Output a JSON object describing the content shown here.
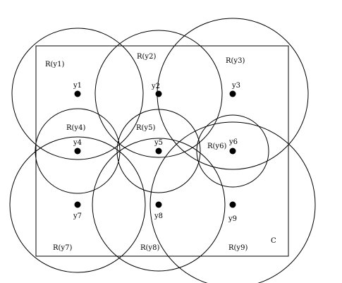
{
  "region_label": "C",
  "points": [
    "y1",
    "y2",
    "y3",
    "y4",
    "y5",
    "y6",
    "y7",
    "y8",
    "y9"
  ],
  "regions": [
    "R(y1)",
    "R(y2)",
    "R(y3)",
    "R(y4)",
    "R(y5)",
    "R(y6)",
    "R(y7)",
    "R(y8)",
    "R(y9)"
  ]
}
